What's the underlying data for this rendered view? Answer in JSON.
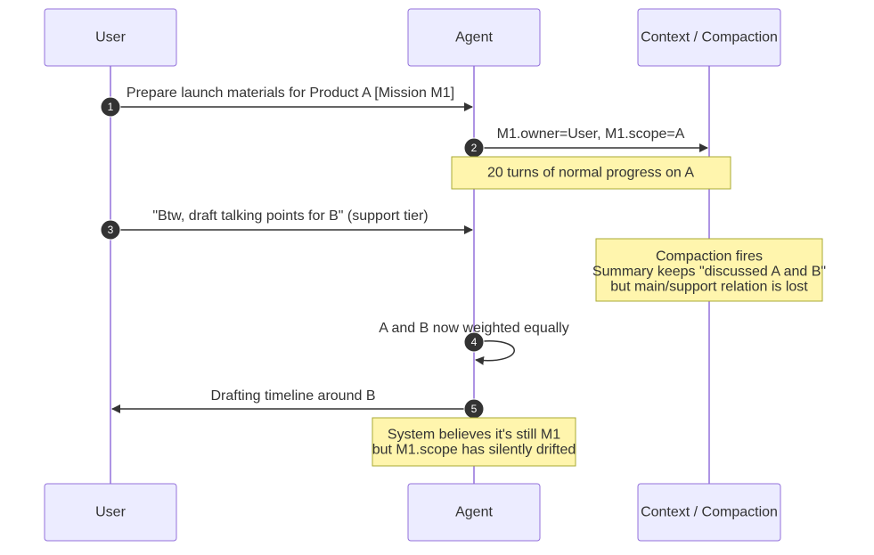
{
  "participants": [
    {
      "id": "user",
      "label": "User"
    },
    {
      "id": "agent",
      "label": "Agent"
    },
    {
      "id": "context",
      "label": "Context / Compaction"
    }
  ],
  "messages": [
    {
      "seq": "1",
      "text": "Prepare launch materials for Product A [Mission M1]",
      "from": "user",
      "to": "agent"
    },
    {
      "seq": "2",
      "text": "M1.owner=User, M1.scope=A",
      "from": "agent",
      "to": "context"
    },
    {
      "seq": "3",
      "text": "\"Btw, draft talking points for B\" (support tier)",
      "from": "user",
      "to": "agent"
    },
    {
      "seq": "4",
      "text": "A and B now weighted equally",
      "from": "agent",
      "to": "agent"
    },
    {
      "seq": "5",
      "text": "Drafting timeline around B",
      "from": "agent",
      "to": "user"
    }
  ],
  "notes": [
    {
      "id": "progress",
      "lines": [
        "20 turns of normal progress on A"
      ]
    },
    {
      "id": "compaction",
      "lines": [
        "Compaction fires",
        "Summary keeps \"discussed A and B\"",
        "but main/support relation is lost"
      ]
    },
    {
      "id": "drift",
      "lines": [
        "System believes it's still M1",
        "but M1.scope has silently drifted"
      ]
    }
  ],
  "colors": {
    "actor_fill": "#ECECFF",
    "actor_stroke": "#9370DB",
    "note_fill": "#FFF5AD",
    "note_stroke": "#AAAA33",
    "line": "#333333"
  }
}
